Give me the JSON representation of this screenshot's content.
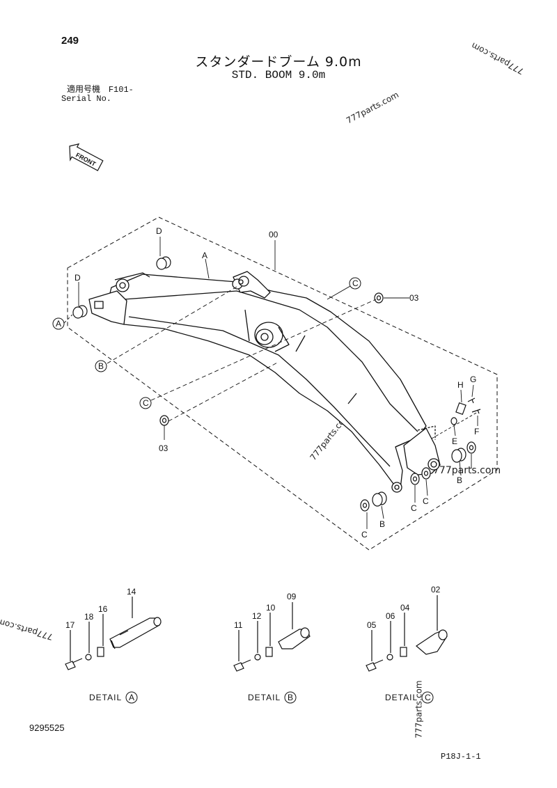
{
  "header": {
    "page_number": "249",
    "title_jp": "スタンダードブーム 9.0m",
    "title_en": "STD. BOOM 9.0m",
    "serial_label_jp": "適用号機",
    "serial_value": "F101-",
    "serial_label_en": "Serial No."
  },
  "front_marker": "FRONT",
  "watermarks": [
    "777parts.com",
    "777parts.com",
    "777parts.com",
    "777parts.com",
    "777parts.com",
    "777parts.com"
  ],
  "callouts": {
    "main": {
      "c00": "00",
      "A": "A",
      "D1": "D",
      "D2": "D",
      "C1": "C",
      "C2": "C",
      "C3": "C",
      "C4": "C",
      "C5": "C",
      "B1": "B",
      "B2": "B",
      "B3": "B",
      "p03a": "03",
      "p03b": "03",
      "H": "H",
      "G": "G",
      "E": "E",
      "F": "F",
      "circA": "A"
    },
    "detail_a": {
      "p14": "14",
      "p16": "16",
      "p17": "17",
      "p18": "18"
    },
    "detail_b": {
      "p09": "09",
      "p10": "10",
      "p11": "11",
      "p12": "12"
    },
    "detail_c": {
      "p02": "02",
      "p04": "04",
      "p05": "05",
      "p06": "06"
    }
  },
  "details": {
    "a_label": "DETAIL",
    "a_circle": "A",
    "b_label": "DETAIL",
    "b_circle": "B",
    "c_label": "DETAIL",
    "c_circle": "C"
  },
  "footer": {
    "drawing_code": "9295525",
    "page_ref": "P18J-1-1"
  }
}
